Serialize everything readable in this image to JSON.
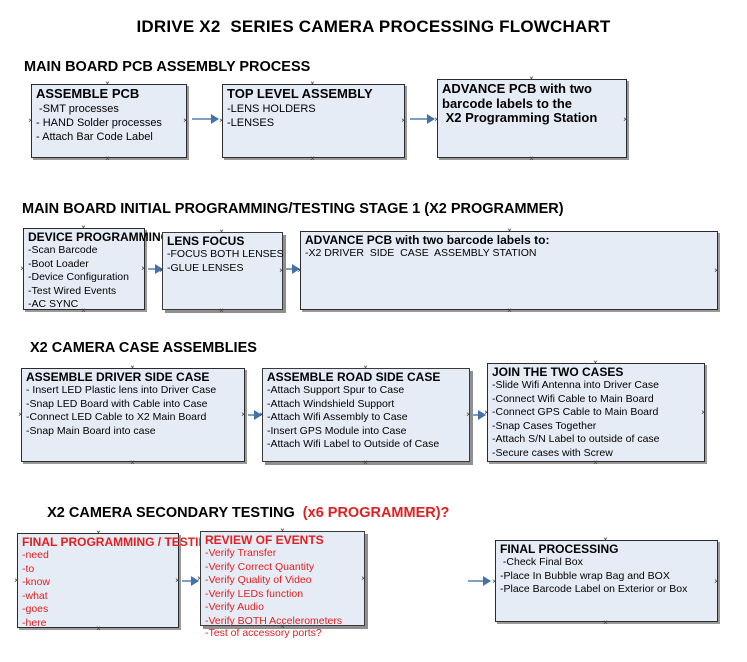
{
  "document": {
    "title": "IDRIVE X2  SERIES CAMERA PROCESSING FLOWCHART",
    "accent_color": "#e02020",
    "box_fill": "#e6ecf6",
    "arrow_color": "#7d9fc4"
  },
  "sections": [
    {
      "heading": "MAIN BOARD PCB ASSEMBLY PROCESS",
      "heading_accent": "",
      "boxes": [
        {
          "title": "ASSEMBLE PCB",
          "lines": [
            " -SMT processes",
            "- HAND Solder processes",
            "- Attach Bar Code Label"
          ]
        },
        {
          "title": "TOP LEVEL ASSEMBLY",
          "lines": [
            "-LENS HOLDERS",
            "-LENSES"
          ]
        },
        {
          "title": "ADVANCE PCB with two",
          "lines": [
            "barcode labels to the",
            " X2 Programming Station"
          ]
        }
      ]
    },
    {
      "heading": "MAIN BOARD INITIAL PROGRAMMING/TESTING STAGE 1 (X2 PROGRAMMER)",
      "heading_accent": "",
      "boxes": [
        {
          "title": "DEVICE PROGRAMMING",
          "lines": [
            "-Scan Barcode",
            "-Boot Loader",
            "-Device Configuration",
            "-Test Wired Events",
            "-AC SYNC"
          ]
        },
        {
          "title": "LENS FOCUS",
          "lines": [
            "-FOCUS BOTH LENSES",
            "-GLUE LENSES"
          ]
        },
        {
          "title": "ADVANCE PCB with two barcode labels to:",
          "lines": [
            "-X2 DRIVER  SIDE  CASE  ASSEMBLY STATION"
          ]
        }
      ]
    },
    {
      "heading": "X2 CAMERA CASE ASSEMBLIES",
      "heading_accent": "",
      "boxes": [
        {
          "title": "ASSEMBLE DRIVER SIDE CASE",
          "lines": [
            "- Insert LED Plastic lens into Driver Case",
            "-Snap LED Board with Cable into Case",
            "-Connect LED Cable to X2 Main Board",
            "-Snap Main Board into case"
          ]
        },
        {
          "title": "ASSEMBLE ROAD SIDE CASE",
          "lines": [
            "-Attach Support Spur to Case",
            "-Attach Windshield Support",
            "-Attach Wifi Assembly to Case",
            "-Insert GPS Module into Case",
            "-Attach Wifi Label to Outside of Case"
          ]
        },
        {
          "title": "JOIN THE TWO CASES",
          "lines": [
            "-Slide Wifi Antenna into Driver Case",
            "-Connect Wifi Cable to Main Board",
            "-Connect GPS Cable to Main Board",
            "-Snap Cases Together",
            "-Attach S/N Label to outside of case",
            "-Secure cases with Screw"
          ]
        }
      ]
    },
    {
      "heading": "X2 CAMERA SECONDARY TESTING  ",
      "heading_accent": "(x6 PROGRAMMER)?",
      "boxes": [
        {
          "title": "FINAL PROGRAMMING / TESTING",
          "lines": [
            "-need",
            "-to",
            "-know",
            "-what",
            "-goes",
            "-here"
          ]
        },
        {
          "title": "REVIEW OF EVENTS",
          "lines": [
            "-Verify Transfer",
            "-Verify Correct Quantity",
            "-Verify Quality of Video",
            "-Verify LEDs function",
            "-Verify Audio",
            "-Verify BOTH Accelerometers"
          ],
          "overflow_line": "-Test of accessory ports?"
        },
        {
          "title": "FINAL PROCESSING",
          "lines": [
            " -Check Final Box",
            "-Place In Bubble wrap Bag and BOX",
            "-Place Barcode Label on Exterior or Box"
          ]
        }
      ]
    }
  ]
}
